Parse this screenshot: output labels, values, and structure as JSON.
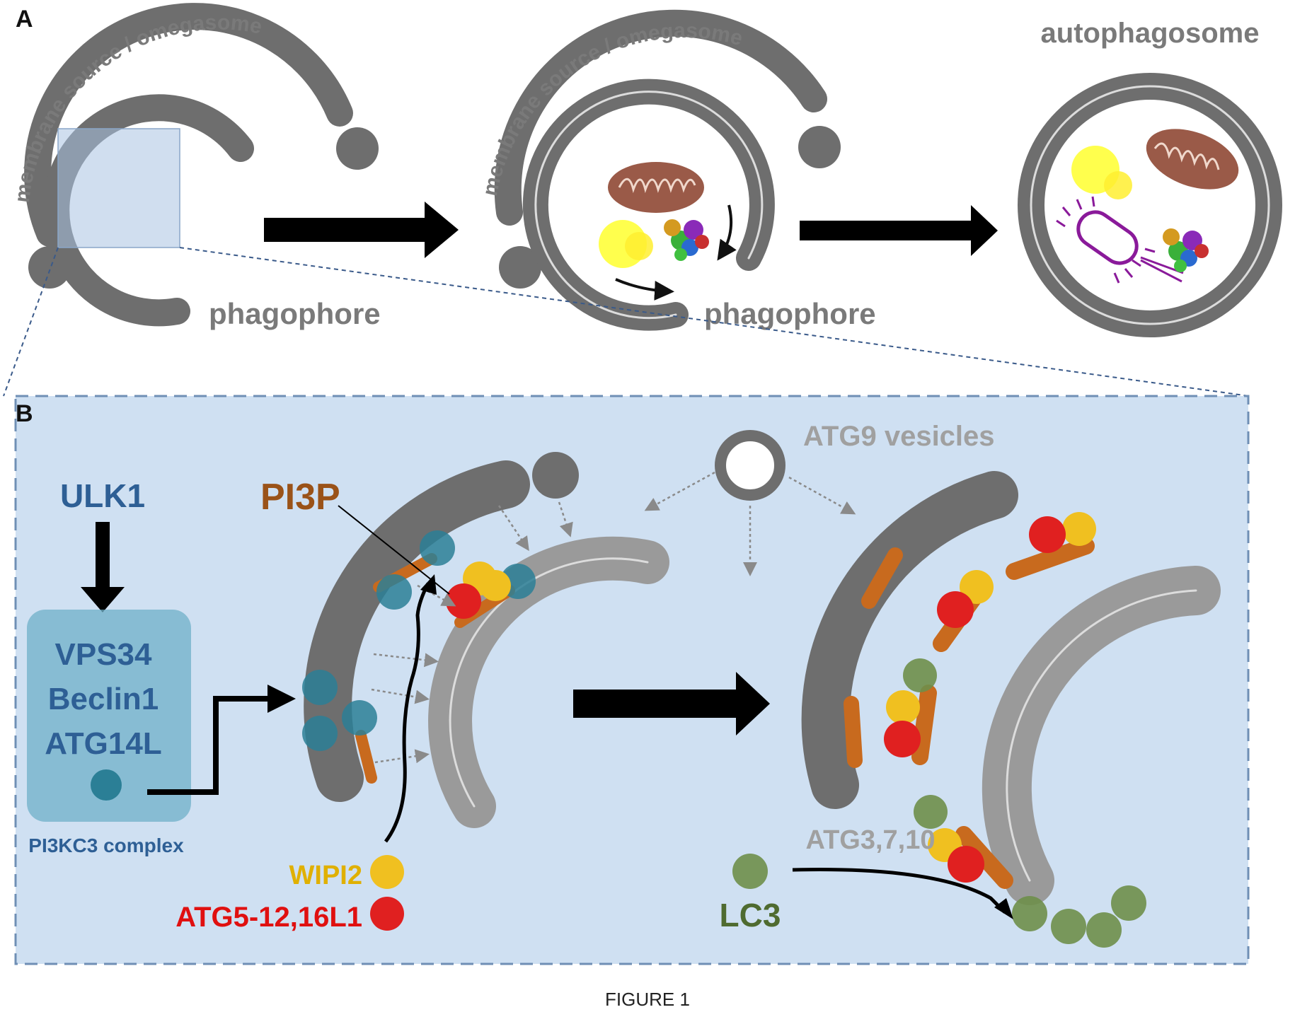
{
  "panel_a": {
    "letter": "A",
    "membrane_source_label_1": "membrane source / omegasome",
    "membrane_source_label_2": "membrane source / omegasome",
    "phagophore_label_1": "phagophore",
    "phagophore_label_2": "phagophore",
    "autophagosome_label": "autophagosome"
  },
  "panel_b": {
    "letter": "B",
    "ulk1_label": "ULK1",
    "complex_members": [
      "VPS34",
      "Beclin1",
      "ATG14L"
    ],
    "complex_name": "PI3KC3 complex",
    "pi3p_label": "PI3P",
    "atg9_label": "ATG9 vesicles",
    "wipi2_label": "WIPI2",
    "atg5_label": "ATG5-12,16L1",
    "lc3_label": "LC3",
    "atg3_label": "ATG3,7,10"
  },
  "colors": {
    "membrane_dark": "#6e6e6e",
    "membrane_light": "#9a9a9a",
    "panel_b_bg": "#cfe0f2",
    "panel_b_border": "#6f8fb5",
    "pi3p_orange": "#c86a1e",
    "pi3kc3_teal": "#2b7f96",
    "wipi2_yellow": "#f0c020",
    "atg5_red": "#e02020",
    "lc3_green": "#6e8f4a",
    "ulk1_text": "#2e5f95",
    "label_gray": "#7a7a7a",
    "mitochondrion": "#9a5a48"
  },
  "figure_caption": "FIGURE 1"
}
